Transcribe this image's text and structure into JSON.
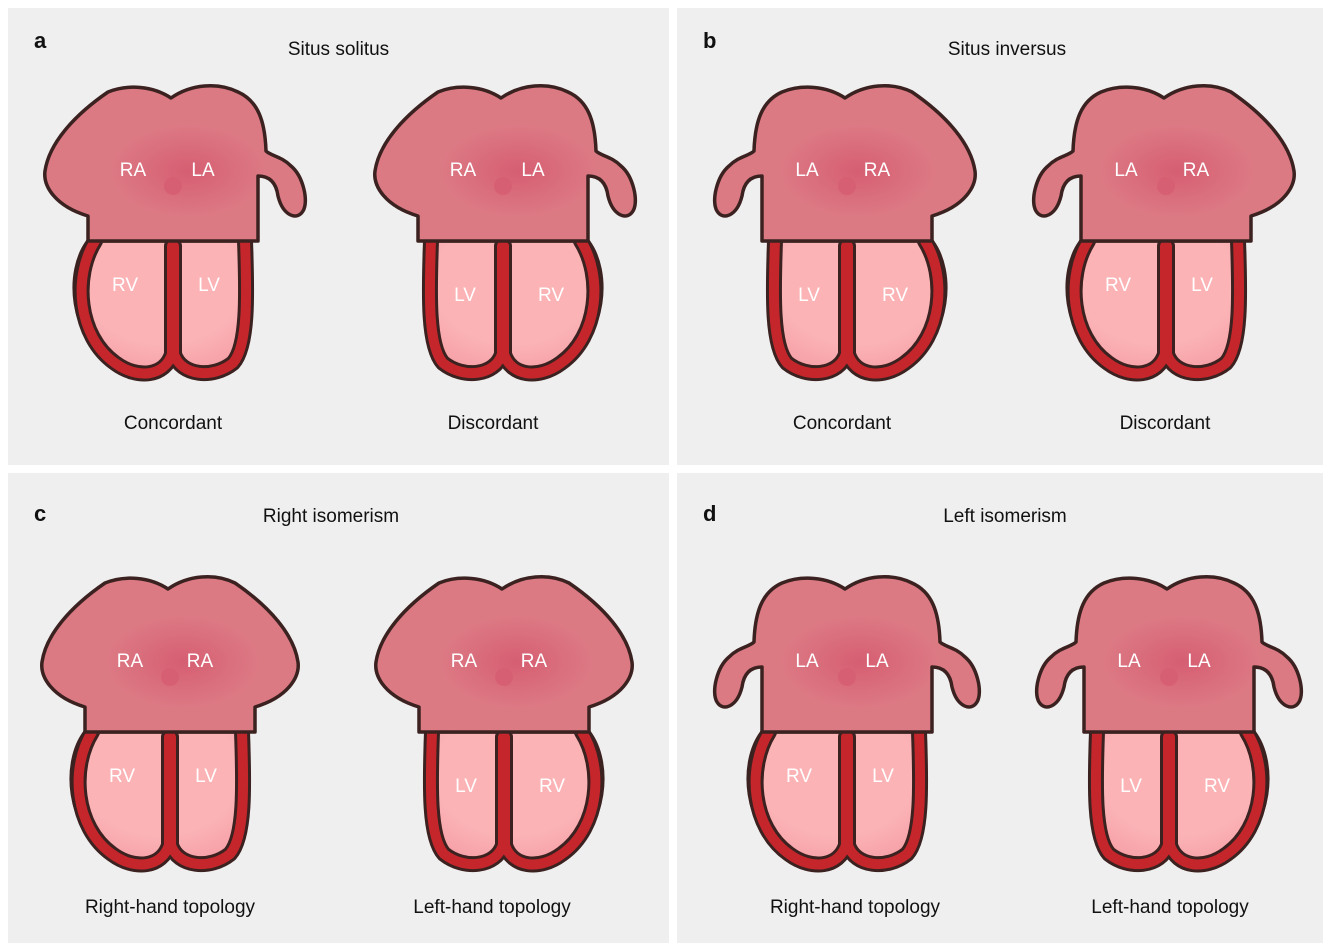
{
  "colors": {
    "background": "#efefef",
    "atria": "#dc7a84",
    "atria_center": "#d65e72",
    "ventricles": "#fbb3b6",
    "ventricle_shade": "#f49aa2",
    "myocardium": "#c4262b",
    "outline": "#3b2220",
    "chamber_text": "#ffffff"
  },
  "panels": [
    {
      "letter": "a",
      "title": "Situs solitus",
      "hearts": [
        {
          "atria_labels": [
            "RA",
            "LA"
          ],
          "appendage": "right",
          "ventricle_labels": [
            "RV",
            "LV"
          ],
          "bulge": "left",
          "caption": "Concordant"
        },
        {
          "atria_labels": [
            "RA",
            "LA"
          ],
          "appendage": "right",
          "ventricle_labels": [
            "LV",
            "RV"
          ],
          "bulge": "right",
          "caption": "Discordant"
        }
      ]
    },
    {
      "letter": "b",
      "title": "Situs inversus",
      "hearts": [
        {
          "atria_labels": [
            "LA",
            "RA"
          ],
          "appendage": "left",
          "ventricle_labels": [
            "LV",
            "RV"
          ],
          "bulge": "right",
          "caption": "Concordant"
        },
        {
          "atria_labels": [
            "LA",
            "RA"
          ],
          "appendage": "left",
          "ventricle_labels": [
            "RV",
            "LV"
          ],
          "bulge": "left",
          "caption": "Discordant"
        }
      ]
    },
    {
      "letter": "c",
      "title": "Right isomerism",
      "hearts": [
        {
          "atria_labels": [
            "RA",
            "RA"
          ],
          "appendage": "none",
          "ventricle_labels": [
            "RV",
            "LV"
          ],
          "bulge": "left",
          "caption": "Right-hand topology"
        },
        {
          "atria_labels": [
            "RA",
            "RA"
          ],
          "appendage": "none",
          "ventricle_labels": [
            "LV",
            "RV"
          ],
          "bulge": "right",
          "caption": "Left-hand topology"
        }
      ]
    },
    {
      "letter": "d",
      "title": "Left isomerism",
      "hearts": [
        {
          "atria_labels": [
            "LA",
            "LA"
          ],
          "appendage": "both",
          "ventricle_labels": [
            "RV",
            "LV"
          ],
          "bulge": "left",
          "caption": "Right-hand topology"
        },
        {
          "atria_labels": [
            "LA",
            "LA"
          ],
          "appendage": "both",
          "ventricle_labels": [
            "LV",
            "RV"
          ],
          "bulge": "right",
          "caption": "Left-hand topology"
        }
      ]
    }
  ]
}
